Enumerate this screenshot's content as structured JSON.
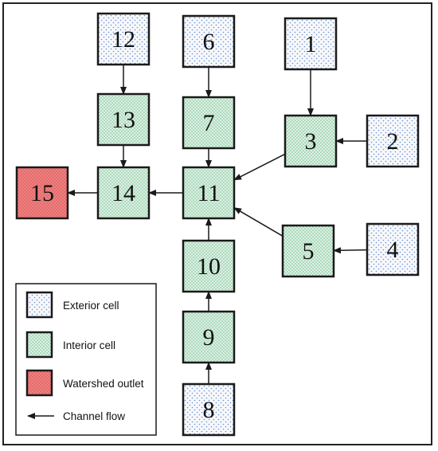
{
  "cells": [
    {
      "id": "1",
      "label": "1",
      "kind": "exterior"
    },
    {
      "id": "2",
      "label": "2",
      "kind": "exterior"
    },
    {
      "id": "3",
      "label": "3",
      "kind": "interior"
    },
    {
      "id": "4",
      "label": "4",
      "kind": "exterior"
    },
    {
      "id": "5",
      "label": "5",
      "kind": "interior"
    },
    {
      "id": "6",
      "label": "6",
      "kind": "exterior"
    },
    {
      "id": "7",
      "label": "7",
      "kind": "interior"
    },
    {
      "id": "8",
      "label": "8",
      "kind": "exterior"
    },
    {
      "id": "9",
      "label": "9",
      "kind": "interior"
    },
    {
      "id": "10",
      "label": "10",
      "kind": "interior"
    },
    {
      "id": "11",
      "label": "11",
      "kind": "interior"
    },
    {
      "id": "12",
      "label": "12",
      "kind": "exterior"
    },
    {
      "id": "13",
      "label": "13",
      "kind": "interior"
    },
    {
      "id": "14",
      "label": "14",
      "kind": "interior"
    },
    {
      "id": "15",
      "label": "15",
      "kind": "outlet"
    }
  ],
  "flows": [
    {
      "from": "1",
      "to": "3"
    },
    {
      "from": "2",
      "to": "3"
    },
    {
      "from": "4",
      "to": "5"
    },
    {
      "from": "3",
      "to": "11"
    },
    {
      "from": "5",
      "to": "11"
    },
    {
      "from": "6",
      "to": "7"
    },
    {
      "from": "7",
      "to": "11"
    },
    {
      "from": "8",
      "to": "9"
    },
    {
      "from": "9",
      "to": "10"
    },
    {
      "from": "10",
      "to": "11"
    },
    {
      "from": "12",
      "to": "13"
    },
    {
      "from": "13",
      "to": "14"
    },
    {
      "from": "11",
      "to": "14"
    },
    {
      "from": "14",
      "to": "15"
    }
  ],
  "legend": {
    "exterior": "Exterior cell",
    "interior": "Interior cell",
    "outlet": "Watershed outlet",
    "flow": "Channel flow"
  },
  "colors": {
    "exterior_fill": "#f6f8fc",
    "exterior_dot": "#6b8fc7",
    "interior_fill": "#dcf1e3",
    "interior_dot": "#6fb98a",
    "outlet_fill": "#ee7f7f",
    "outlet_dot": "#d65353",
    "stroke": "#1a1a1a"
  }
}
